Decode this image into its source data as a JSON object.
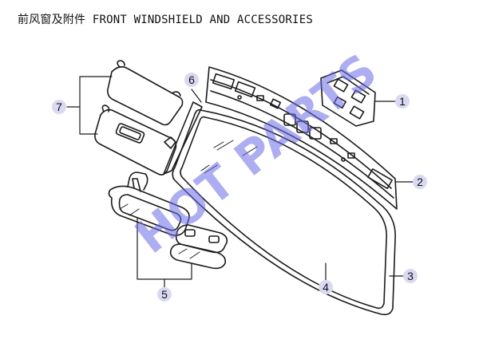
{
  "title": "前风窗及附件 FRONT WINDSHIELD AND ACCESSORIES",
  "watermark": "HOT PARTS",
  "colors": {
    "line": "#1a1a1a",
    "callout_fill": "#d9d9f2",
    "watermark": "#6a6ae6"
  },
  "callouts": [
    {
      "id": "1",
      "part": "bracket"
    },
    {
      "id": "2",
      "part": "cowl-panel"
    },
    {
      "id": "3",
      "part": "windshield-seal"
    },
    {
      "id": "4",
      "part": "windshield-glass"
    },
    {
      "id": "5",
      "part": "rear-view-mirrors"
    },
    {
      "id": "6",
      "part": "molding-strip"
    },
    {
      "id": "7",
      "part": "sun-visors"
    }
  ]
}
